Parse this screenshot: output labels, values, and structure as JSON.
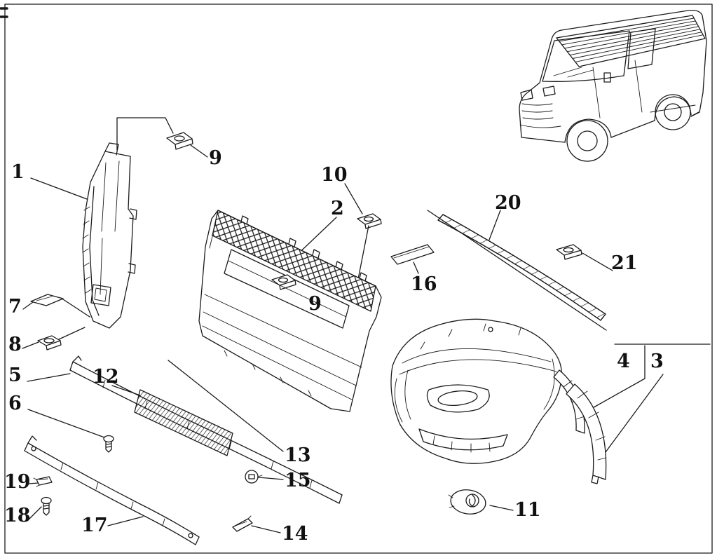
{
  "diagram": {
    "title": "Front bumper exploded parts diagram",
    "colors": {
      "ink": "#1a1a1a",
      "background": "#ffffff"
    },
    "vehicle_icon": "van-line-drawing",
    "callouts": [
      {
        "label": "1"
      },
      {
        "label": "9"
      },
      {
        "label": "10"
      },
      {
        "label": "2"
      },
      {
        "label": "20"
      },
      {
        "label": "21"
      },
      {
        "label": "16"
      },
      {
        "label": "9"
      },
      {
        "label": "7"
      },
      {
        "label": "8"
      },
      {
        "label": "5"
      },
      {
        "label": "6"
      },
      {
        "label": "12"
      },
      {
        "label": "13"
      },
      {
        "label": "15"
      },
      {
        "label": "14"
      },
      {
        "label": "19"
      },
      {
        "label": "18"
      },
      {
        "label": "17"
      },
      {
        "label": "11"
      },
      {
        "label": "4"
      },
      {
        "label": "3"
      }
    ]
  }
}
